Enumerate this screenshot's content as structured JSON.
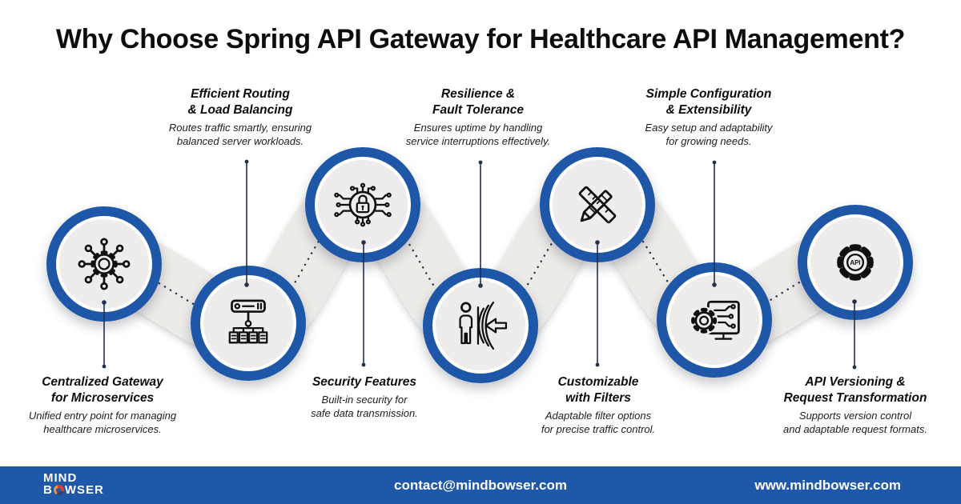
{
  "title": "Why Choose Spring API Gateway for Healthcare API Management?",
  "items": [
    {
      "name": "centralized-gateway",
      "icon": "hub-network-icon",
      "label_position": "bottom",
      "title_lines": [
        "Centralized Gateway",
        "for Microservices"
      ],
      "desc_lines": [
        "Unified entry point for managing",
        "healthcare microservices."
      ]
    },
    {
      "name": "efficient-routing",
      "icon": "load-balancer-icon",
      "label_position": "top",
      "title_lines": [
        "Efficient Routing",
        "& Load Balancing"
      ],
      "desc_lines": [
        "Routes traffic smartly, ensuring",
        "balanced server workloads."
      ]
    },
    {
      "name": "security-features",
      "icon": "circuit-lock-icon",
      "label_position": "bottom",
      "title_lines": [
        "Security Features"
      ],
      "desc_lines": [
        "Built-in security for",
        "safe data transmission."
      ]
    },
    {
      "name": "resilience-fault-tolerance",
      "icon": "person-shield-arrow-icon",
      "label_position": "top",
      "title_lines": [
        "Resilience &",
        "Fault Tolerance"
      ],
      "desc_lines": [
        "Ensures uptime by handling",
        "service interruptions effectively."
      ]
    },
    {
      "name": "customizable-with-filters",
      "icon": "pencil-ruler-icon",
      "label_position": "bottom",
      "title_lines": [
        "Customizable",
        "with Filters"
      ],
      "desc_lines": [
        "Adaptable filter options",
        "for precise traffic control."
      ]
    },
    {
      "name": "simple-configuration",
      "icon": "gear-monitor-icon",
      "label_position": "top",
      "title_lines": [
        "Simple Configuration",
        "& Extensibility"
      ],
      "desc_lines": [
        "Easy setup and adaptability",
        "for growing needs."
      ]
    },
    {
      "name": "api-versioning",
      "icon": "api-gear-icon",
      "label_position": "bottom",
      "icon_text": "API",
      "title_lines": [
        "API Versioning &",
        "Request Transformation"
      ],
      "desc_lines": [
        "Supports version control",
        "and adaptable request formats."
      ]
    }
  ],
  "footer": {
    "logo_line1": "MIND",
    "logo_b": "B",
    "logo_wser": "WSER",
    "email": "contact@mindbowser.com",
    "website": "www.mindbowser.com"
  },
  "colors": {
    "ring_blue": "#1E57A8",
    "footer_blue": "#1F58A8",
    "band_gray": "#EDEBE8",
    "inner_circle_gray": "#EFEDEB",
    "text_ink": "#0D0D0D",
    "connector_navy": "#22304A",
    "logo_orange": "#F0962D",
    "logo_red": "#D8402F"
  }
}
